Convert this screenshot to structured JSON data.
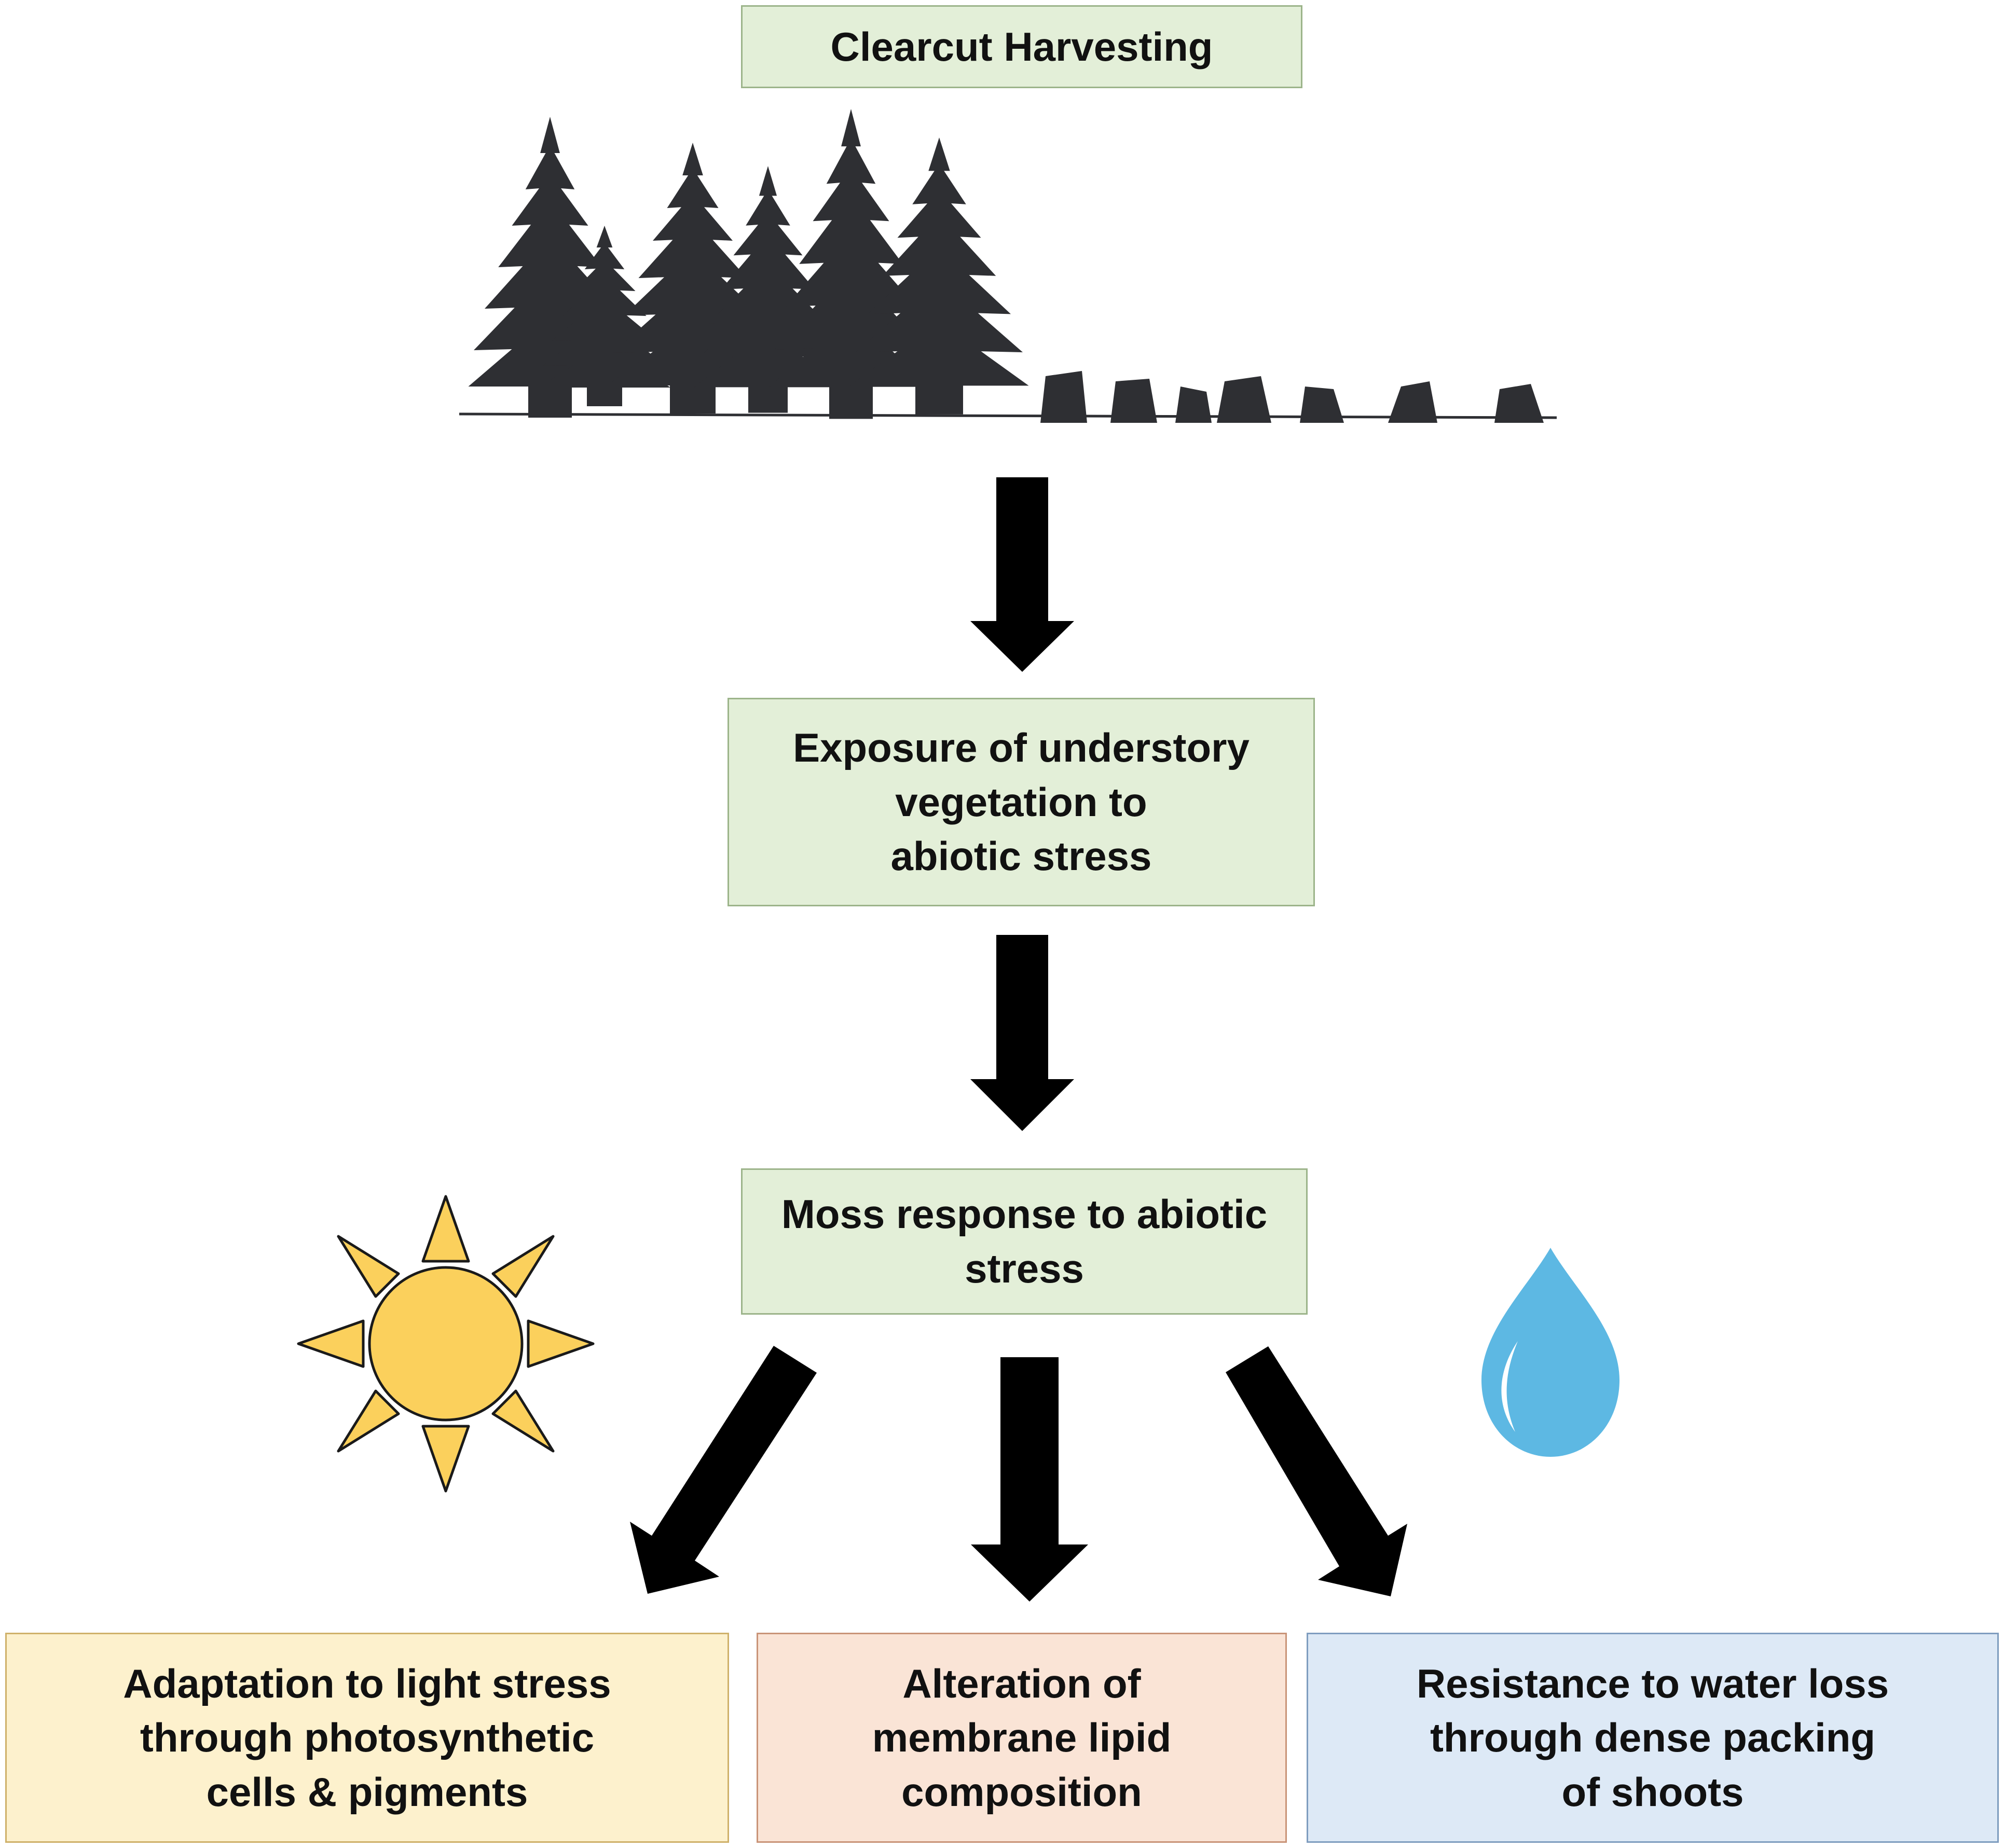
{
  "nodes": {
    "clearcut": "Clearcut Harvesting",
    "exposure": "Exposure of understory\nvegetation to\nabiotic stress",
    "moss": "Moss response to abiotic\nstress",
    "light": "Adaptation to light stress\nthrough photosynthetic\ncells & pigments",
    "lipid": "Alteration of\nmembrane lipid\ncomposition",
    "water": "Resistance to water loss\nthrough dense packing\nof shoots"
  },
  "colors": {
    "green_fill": "#e3efd8",
    "yellow_fill": "#fdf1cd",
    "peach_fill": "#fae4d6",
    "blue_fill": "#dde9f6",
    "sun": "#fbd05c",
    "water_drop": "#5db8e3",
    "arrow": "#000000",
    "tree": "#2e2f33"
  },
  "icons": [
    "forest-clearcut-illustration",
    "sun-icon",
    "water-drop-icon"
  ]
}
